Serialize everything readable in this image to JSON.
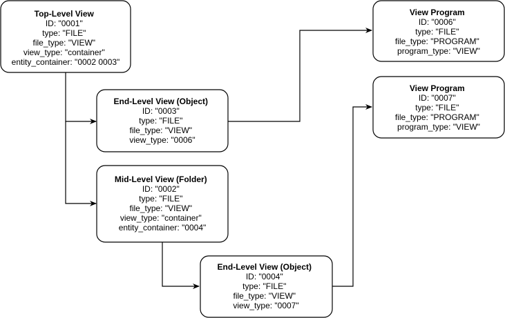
{
  "nodes": {
    "top_level_view": {
      "title": "Top-Level View",
      "lines": [
        "ID: \"0001\"",
        "type: \"FILE\"",
        "file_type: \"VIEW\"",
        "view_type: \"container\"",
        "entity_container: \"0002 0003\""
      ]
    },
    "end_level_view_0003": {
      "title": "End-Level View (Object)",
      "lines": [
        "ID: \"0003\"",
        "type: \"FILE\"",
        "file_type: \"VIEW\"",
        "view_type: \"0006\""
      ]
    },
    "mid_level_view_0002": {
      "title": "Mid-Level View (Folder)",
      "lines": [
        "ID: \"0002\"",
        "type: \"FILE\"",
        "file_type: \"VIEW\"",
        "view_type: \"container\"",
        "entity_container: \"0004\""
      ]
    },
    "end_level_view_0004": {
      "title": "End-Level View (Object)",
      "lines": [
        "ID: \"0004\"",
        "type: \"FILE\"",
        "file_type: \"VIEW\"",
        "view_type: \"0007\""
      ]
    },
    "view_program_0006": {
      "title": "View Program",
      "lines": [
        "ID: \"0006\"",
        "type: \"FILE\"",
        "file_type: \"PROGRAM\"",
        "program_type: \"VIEW\""
      ]
    },
    "view_program_0007": {
      "title": "View Program",
      "lines": [
        "ID: \"0007\"",
        "type: \"FILE\"",
        "file_type: \"PROGRAM\"",
        "program_type: \"VIEW\""
      ]
    }
  },
  "edges": [
    {
      "from": "top_level_view",
      "to": "end_level_view_0003"
    },
    {
      "from": "top_level_view",
      "to": "mid_level_view_0002"
    },
    {
      "from": "end_level_view_0003",
      "to": "view_program_0006"
    },
    {
      "from": "mid_level_view_0002",
      "to": "end_level_view_0004"
    },
    {
      "from": "end_level_view_0004",
      "to": "view_program_0007"
    }
  ],
  "colors": {
    "stroke": "#000000",
    "fill": "#ffffff",
    "text": "#000000"
  }
}
